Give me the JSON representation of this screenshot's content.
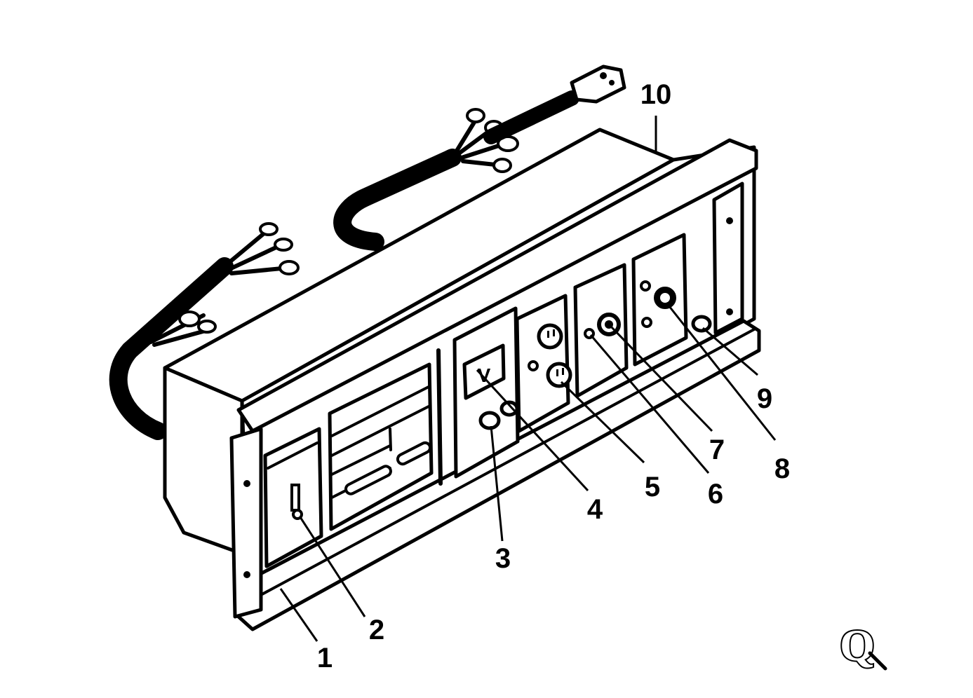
{
  "callouts": [
    {
      "id": "1",
      "label": "1"
    },
    {
      "id": "2",
      "label": "2"
    },
    {
      "id": "3",
      "label": "3"
    },
    {
      "id": "4",
      "label": "4"
    },
    {
      "id": "5",
      "label": "5"
    },
    {
      "id": "6",
      "label": "6"
    },
    {
      "id": "7",
      "label": "7"
    },
    {
      "id": "8",
      "label": "8"
    },
    {
      "id": "9",
      "label": "9"
    },
    {
      "id": "10",
      "label": "10"
    }
  ],
  "meter_symbol": "V",
  "figure_marker": "Q",
  "colors": {
    "ink": "#000000",
    "paper": "#ffffff"
  }
}
